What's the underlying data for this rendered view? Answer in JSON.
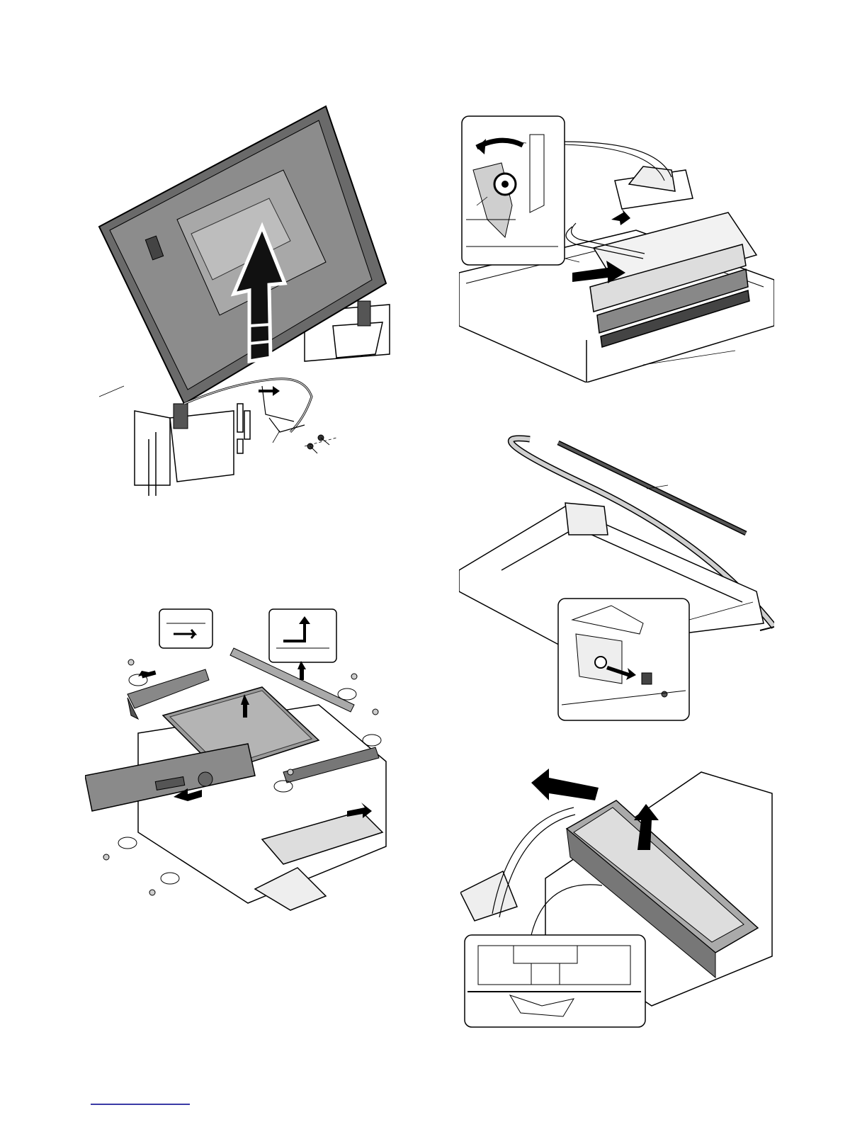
{
  "page": {
    "figures": [
      {
        "id": "fig-1",
        "caption": ""
      },
      {
        "id": "fig-2",
        "caption": ""
      },
      {
        "id": "fig-3",
        "caption": ""
      },
      {
        "id": "fig-4",
        "caption": ""
      },
      {
        "id": "fig-5",
        "caption": ""
      }
    ]
  },
  "colors": {
    "ink": "#000000",
    "shade": "#555555",
    "tube": "#cfcfcf",
    "paper": "#ffffff",
    "link": "#3a3aa6"
  }
}
